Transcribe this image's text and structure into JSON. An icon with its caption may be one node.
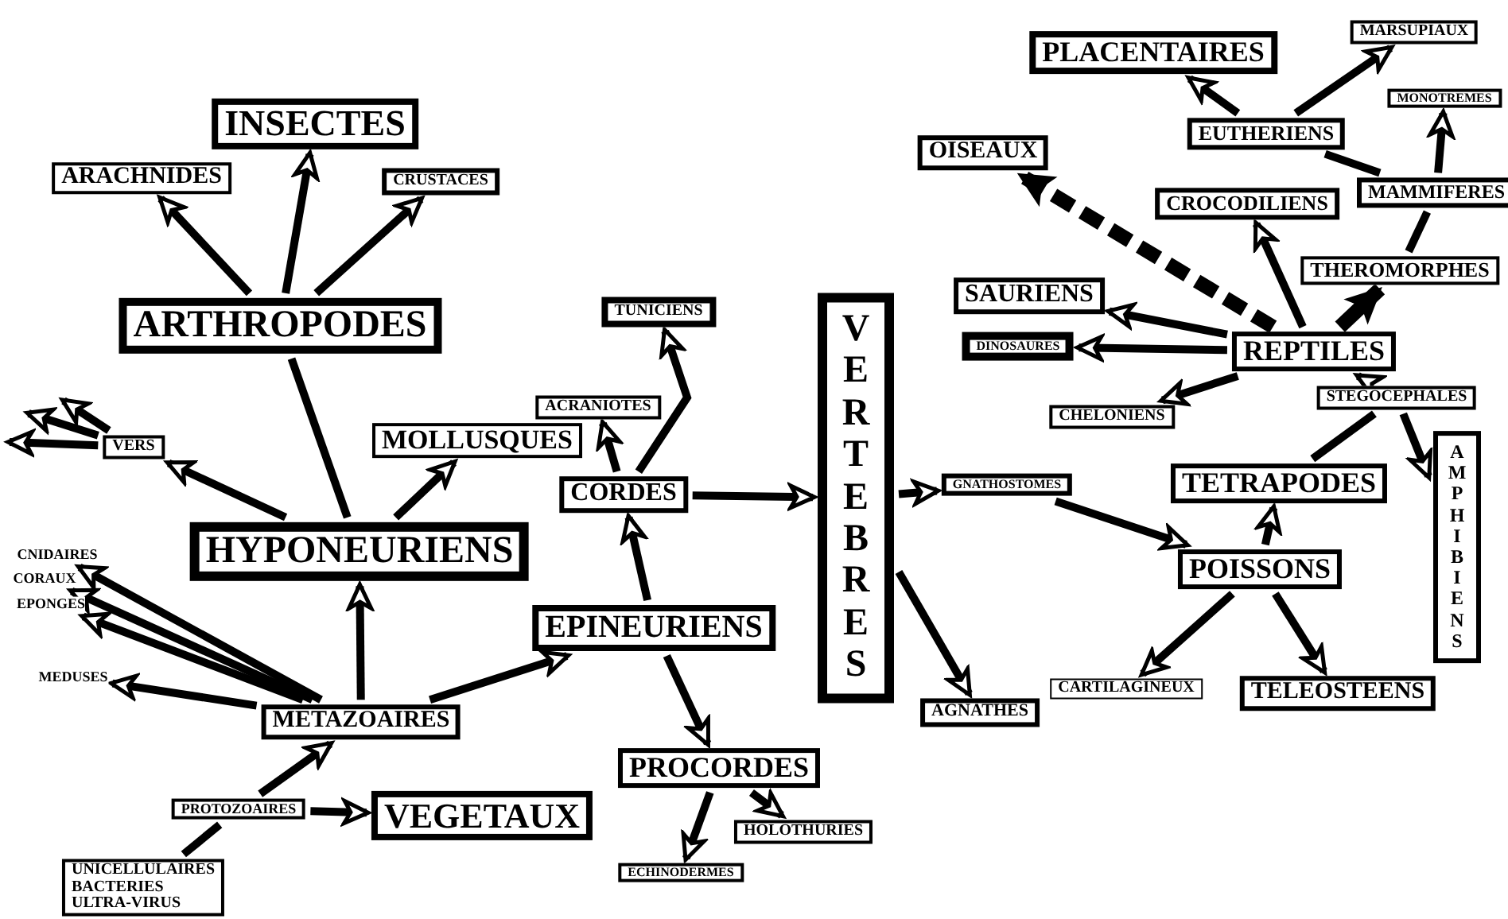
{
  "diagram": {
    "nodes": [
      {
        "text": [
          "INSECTES"
        ]
      },
      {
        "text": [
          "ARACHNIDES"
        ]
      },
      {
        "text": [
          "CRUSTACES"
        ]
      },
      {
        "text": [
          "ARTHROPODES"
        ]
      },
      {
        "text": [
          "VERS"
        ]
      },
      {
        "text": [
          "MOLLUSQUES"
        ]
      },
      {
        "text": [
          "HYPONEURIENS"
        ]
      },
      {
        "text": [
          "CNIDAIRES"
        ]
      },
      {
        "text": [
          "CORAUX"
        ]
      },
      {
        "text": [
          "EPONGES"
        ]
      },
      {
        "text": [
          "MEDUSES"
        ]
      },
      {
        "text": [
          "METAZOAIRES"
        ]
      },
      {
        "text": [
          "PROTOZOAIRES"
        ]
      },
      {
        "text": [
          "VEGETAUX"
        ]
      },
      {
        "text": [
          "UNICELLULAIRES",
          "BACTERIES",
          "ULTRA-VIRUS"
        ]
      },
      {
        "text": [
          "EPINEURIENS"
        ]
      },
      {
        "text": [
          "CORDES"
        ]
      },
      {
        "text": [
          "ACRANIOTES"
        ]
      },
      {
        "text": [
          "TUNICIENS"
        ]
      },
      {
        "text": [
          "PROCORDES"
        ]
      },
      {
        "text": [
          "HOLOTHURIES"
        ]
      },
      {
        "text": [
          "ECHINODERMES"
        ]
      },
      {
        "text": [
          "VERTEBRES"
        ]
      },
      {
        "text": [
          "GNATHOSTOMES"
        ]
      },
      {
        "text": [
          "AGNATHES"
        ]
      },
      {
        "text": [
          "POISSONS"
        ]
      },
      {
        "text": [
          "CARTILAGINEUX"
        ]
      },
      {
        "text": [
          "TELEOSTEENS"
        ]
      },
      {
        "text": [
          "TETRAPODES"
        ]
      },
      {
        "text": [
          "AMPHIBIENS"
        ]
      },
      {
        "text": [
          "STEGOCEPHALES"
        ]
      },
      {
        "text": [
          "REPTILES"
        ]
      },
      {
        "text": [
          "CHELONIENS"
        ]
      },
      {
        "text": [
          "DINOSAURES"
        ]
      },
      {
        "text": [
          "SAURIENS"
        ]
      },
      {
        "text": [
          "CROCODILIENS"
        ]
      },
      {
        "text": [
          "OISEAUX"
        ]
      },
      {
        "text": [
          "THEROMORPHES"
        ]
      },
      {
        "text": [
          "MAMMIFERES"
        ]
      },
      {
        "text": [
          "EUTHERIENS"
        ]
      },
      {
        "text": [
          "PLACENTAIRES"
        ]
      },
      {
        "text": [
          "MARSUPIAUX"
        ]
      },
      {
        "text": [
          "MONOTREMES"
        ]
      }
    ],
    "edges": [
      {
        "from": 3,
        "to": 0,
        "arrow": "to"
      },
      {
        "from": 3,
        "to": 1,
        "arrow": "to"
      },
      {
        "from": 3,
        "to": 2,
        "arrow": "to"
      },
      {
        "from": 6,
        "to": 3,
        "arrow": "none"
      },
      {
        "from": 6,
        "to": 4,
        "arrow": "to"
      },
      {
        "from": 6,
        "to": 5,
        "arrow": "to"
      },
      {
        "from": 4,
        "to": null,
        "arrow": "to"
      },
      {
        "from": 4,
        "to": null,
        "arrow": "to"
      },
      {
        "from": 4,
        "to": null,
        "arrow": "to"
      },
      {
        "from": 11,
        "to": 6,
        "arrow": "to"
      },
      {
        "from": 11,
        "to": 15,
        "arrow": "to"
      },
      {
        "from": 11,
        "to": 7,
        "arrow": "to"
      },
      {
        "from": 11,
        "to": 8,
        "arrow": "to"
      },
      {
        "from": 11,
        "to": 9,
        "arrow": "to"
      },
      {
        "from": 11,
        "to": 10,
        "arrow": "to"
      },
      {
        "from": 14,
        "to": 12,
        "arrow": "none"
      },
      {
        "from": 12,
        "to": 11,
        "arrow": "to"
      },
      {
        "from": 12,
        "to": 13,
        "arrow": "to"
      },
      {
        "from": 15,
        "to": 16,
        "arrow": "to"
      },
      {
        "from": 15,
        "to": 19,
        "arrow": "to"
      },
      {
        "from": 16,
        "to": 17,
        "arrow": "to"
      },
      {
        "from": 16,
        "to": 18,
        "arrow": "to"
      },
      {
        "from": 16,
        "to": 22,
        "arrow": "to"
      },
      {
        "from": 19,
        "to": 20,
        "arrow": "to"
      },
      {
        "from": 19,
        "to": 21,
        "arrow": "to"
      },
      {
        "from": 22,
        "to": 23,
        "arrow": "to"
      },
      {
        "from": 22,
        "to": 24,
        "arrow": "to"
      },
      {
        "from": 23,
        "to": 25,
        "arrow": "to"
      },
      {
        "from": 25,
        "to": 26,
        "arrow": "to"
      },
      {
        "from": 25,
        "to": 27,
        "arrow": "to"
      },
      {
        "from": 25,
        "to": 28,
        "arrow": "to"
      },
      {
        "from": 28,
        "to": 30,
        "arrow": "none"
      },
      {
        "from": 30,
        "to": 29,
        "arrow": "to"
      },
      {
        "from": 30,
        "to": 31,
        "arrow": "to"
      },
      {
        "from": 31,
        "to": 34,
        "arrow": "to"
      },
      {
        "from": 31,
        "to": 33,
        "arrow": "to"
      },
      {
        "from": 31,
        "to": 32,
        "arrow": "to"
      },
      {
        "from": 31,
        "to": 35,
        "arrow": "to"
      },
      {
        "from": 31,
        "to": 36,
        "arrow": "to",
        "style": "dashed"
      },
      {
        "from": 31,
        "to": 37,
        "arrow": "to",
        "style": "thick"
      },
      {
        "from": 37,
        "to": 38,
        "arrow": "none"
      },
      {
        "from": 38,
        "to": 39,
        "arrow": "none"
      },
      {
        "from": 38,
        "to": 42,
        "arrow": "to"
      },
      {
        "from": 39,
        "to": 40,
        "arrow": "to"
      },
      {
        "from": 39,
        "to": 41,
        "arrow": "to"
      }
    ]
  }
}
